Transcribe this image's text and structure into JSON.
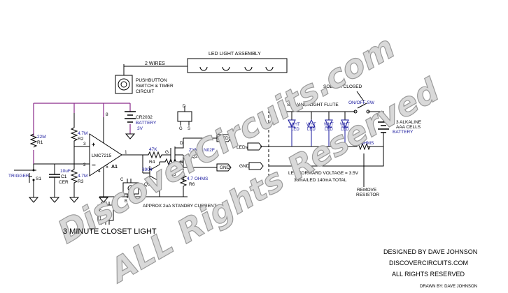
{
  "labels": {
    "two_wires": "2 WIRES",
    "led_assembly": "LED LIGHT ASSEMBLY",
    "pushbutton_l1": "PUSHBUTTON",
    "pushbutton_l2": "SWITCH & TIMER",
    "pushbutton_l3": "CIRCUIT",
    "solder_closed": "SOLDER CLOSED",
    "on_off_sw": "ON/OFF SW",
    "sylvania": "SYLVANIA LIGHT FLUTE",
    "alk_l1": "3 ALKALINE",
    "alk_l2": "AAA CELLS",
    "battery_right": "BATTERY",
    "cr2032": "CR2032",
    "battery_left": "BATTERY",
    "three_v": "3V",
    "r1_val": "22M",
    "r1_ref": "R1",
    "r2_val": "4.7M",
    "r2_ref": "R2",
    "r3_val": "4.7M",
    "r3_ref": "R3",
    "c1_val": "10uF",
    "c1_ref": "C1",
    "c1_type": "CER",
    "trigger": "TRIGGER",
    "s1": "S1",
    "ic_name": "LMC7215",
    "ic_ref": "A1",
    "pin8": "8",
    "pin3": "3",
    "pin2": "2",
    "pin4": "4",
    "pin5": "5",
    "pin1": "1",
    "r4_val": "47K",
    "r4_ref": "R4",
    "q1_part": "3904",
    "q1_ref": "Q1",
    "r5_val": "10K",
    "r5_ref": "R5",
    "q2_part": "ZXM61N02F",
    "q2_ref": "Q2",
    "r6_val": "4.7 OHMS",
    "r6_ref": "R6",
    "g": "G",
    "d": "D",
    "s": "S",
    "leds_a": "LEDs",
    "leds_b": "LEDs",
    "gnd_a": "GND",
    "gnd_b": "GND",
    "wht": "WHT",
    "led": "LED",
    "r68": "6.8 OHMS",
    "fwd": "LED FORWARD VOLTAGE = 3.5V",
    "ma": "35mA/LED  140mA TOTAL",
    "remove1": "REMOVE",
    "remove2": "RESISTOR",
    "standby": "APPROX 2uA STANDBY CURRENT",
    "pkg_d": "D",
    "pkg_g": "G",
    "pkg_s": "S",
    "pkg_c": "C",
    "pkg_b": "B",
    "pkg_e": "E",
    "pkg_5": "5",
    "pkg_1": "1",
    "pkg_4": "4",
    "title": "3 MINUTE CLOSET LIGHT",
    "designed": "DESIGNED BY DAVE JOHNSON",
    "site": "DISCOVERCIRCUITS.COM",
    "rights": "ALL RIGHTS RESERVED",
    "drawn": "DRAWN BY: DAVE JOHNSON"
  },
  "watermark": {
    "line1": "DiscoverCircuits.com",
    "line2": "ALL Rights Reserved"
  },
  "colors": {
    "wire": "#000000",
    "ground_wire": "#8a2a8a",
    "label_blue": "#1a1a9e",
    "watermark_fill": "#d9d9d9"
  }
}
